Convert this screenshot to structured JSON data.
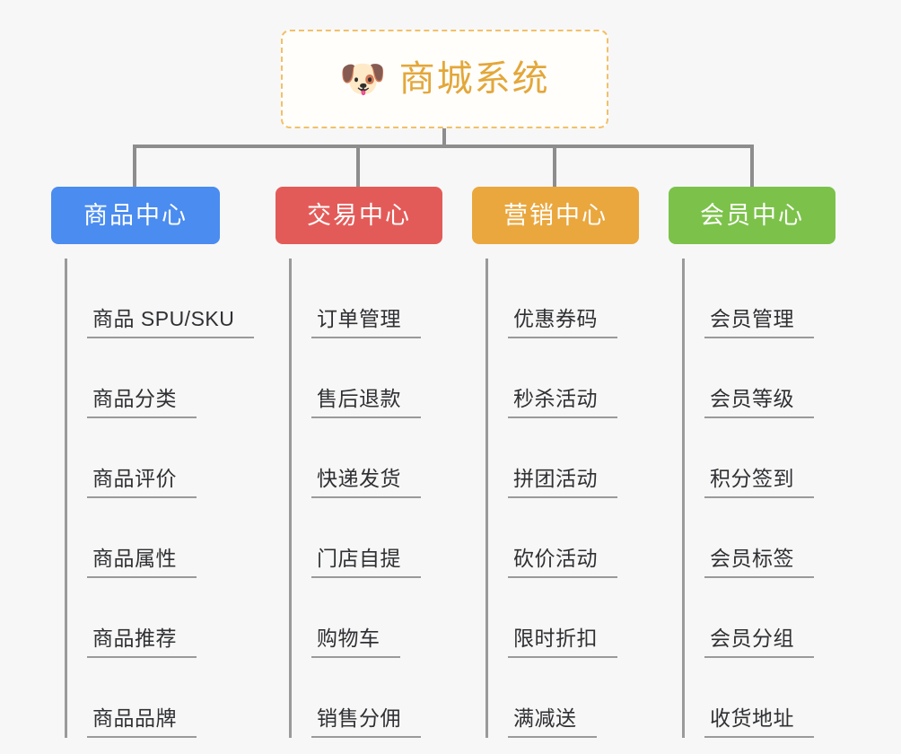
{
  "page": {
    "background_color": "#f7f7f7",
    "title": "商城系统"
  },
  "root": {
    "label": "商城系统",
    "icon": "dog-face-emoji",
    "icon_glyph": "🐶",
    "text_color": "#e3a73a",
    "border_color": "#f2c069",
    "background_color": "#fffefb"
  },
  "connector": {
    "color": "#8d8d8d"
  },
  "branches": [
    {
      "label": "商品中心",
      "color": "#4a8cf0",
      "label_color": "#ffffff",
      "items": [
        {
          "label": "商品 SPU/SKU"
        },
        {
          "label": "商品分类"
        },
        {
          "label": "商品评价"
        },
        {
          "label": "商品属性"
        },
        {
          "label": "商品推荐"
        },
        {
          "label": "商品品牌"
        }
      ]
    },
    {
      "label": "交易中心",
      "color": "#e35b58",
      "label_color": "#ffffff",
      "items": [
        {
          "label": "订单管理"
        },
        {
          "label": "售后退款"
        },
        {
          "label": "快递发货"
        },
        {
          "label": "门店自提"
        },
        {
          "label": "购物车"
        },
        {
          "label": "销售分佣"
        }
      ]
    },
    {
      "label": "营销中心",
      "color": "#eaa73e",
      "label_color": "#ffffff",
      "items": [
        {
          "label": "优惠券码"
        },
        {
          "label": "秒杀活动"
        },
        {
          "label": "拼团活动"
        },
        {
          "label": "砍价活动"
        },
        {
          "label": "限时折扣"
        },
        {
          "label": "满减送"
        }
      ]
    },
    {
      "label": "会员中心",
      "color": "#7cc24a",
      "label_color": "#ffffff",
      "items": [
        {
          "label": "会员管理"
        },
        {
          "label": "会员等级"
        },
        {
          "label": "积分签到"
        },
        {
          "label": "会员标签"
        },
        {
          "label": "会员分组"
        },
        {
          "label": "收货地址"
        }
      ]
    }
  ]
}
